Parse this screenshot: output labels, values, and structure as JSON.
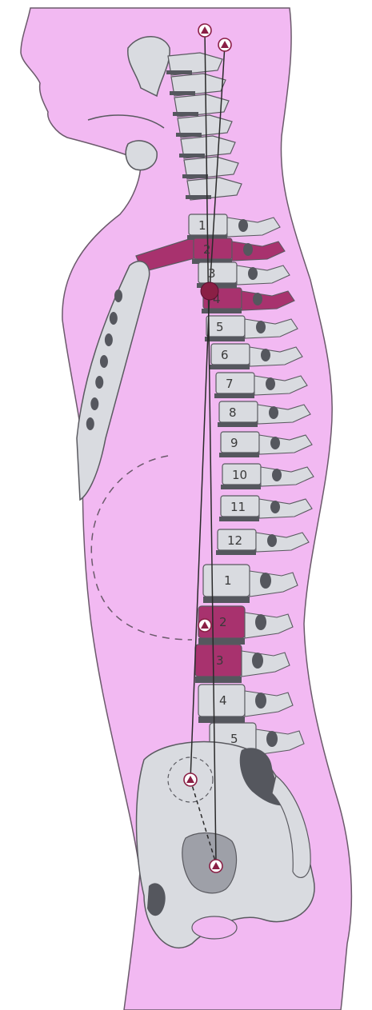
{
  "colors": {
    "background": "#ffffff",
    "body_fill": "#f2b9f2",
    "body_outline": "#6b5a6b",
    "bone": "#d9dbe0",
    "bone_outline": "#5a5a60",
    "bone_dark": "#55575e",
    "highlight": "#a8326e",
    "node_fill": "#ffffff",
    "node_marker": "#8a1f45"
  },
  "vertebra_labels": {
    "thoracic": [
      "1",
      "2",
      "3",
      "4",
      "5",
      "6",
      "7",
      "8",
      "9",
      "10",
      "11",
      "12"
    ],
    "lumbar": [
      "1",
      "2",
      "3",
      "4",
      "5"
    ]
  },
  "highlighted": {
    "thoracic": [
      "2",
      "4"
    ],
    "lumbar": [
      "2",
      "3"
    ]
  },
  "icons": {
    "node": "triangle-in-circle-icon",
    "apex": "filled-dot-icon"
  }
}
